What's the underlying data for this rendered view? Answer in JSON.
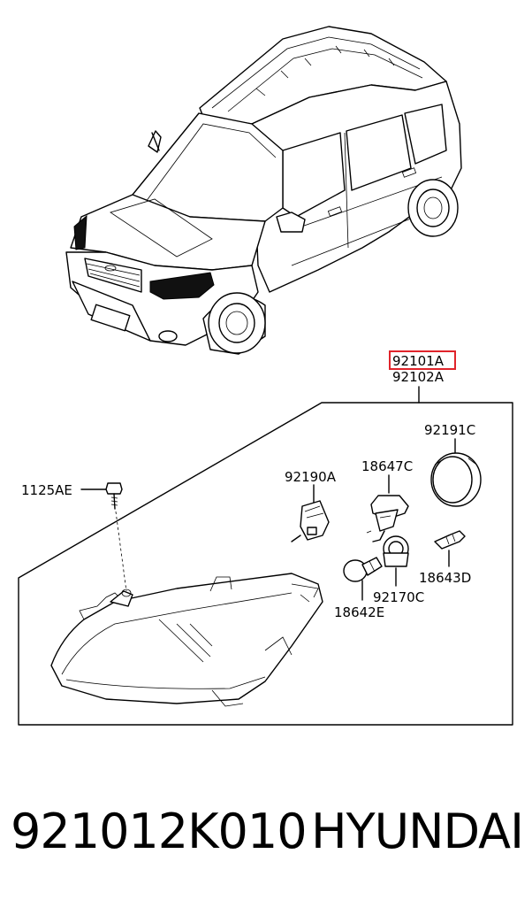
{
  "diagram": {
    "labels": {
      "assembly_left": "92101A",
      "assembly_right": "92102A",
      "bulb_cover": "92191C",
      "bulb_main": "18647C",
      "socket": "92190A",
      "bolt": "1125AE",
      "bulb_small": "18643D",
      "bulb_holder": "92170C",
      "bulb_turn": "18642E"
    },
    "highlight_color": "#e0242b"
  },
  "footer": {
    "part_number": "921012K010",
    "brand": "HYUNDAI"
  }
}
